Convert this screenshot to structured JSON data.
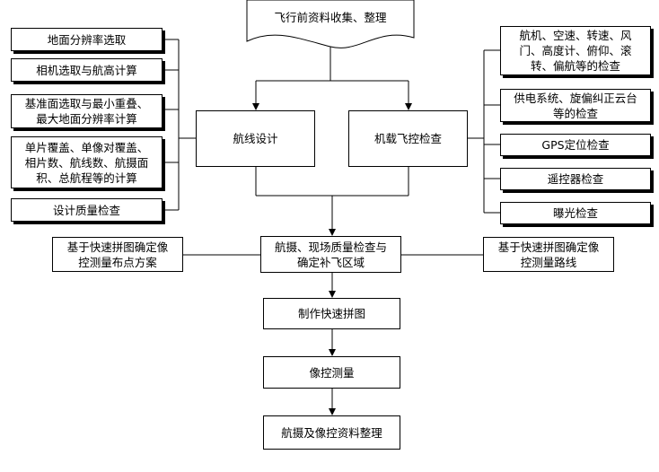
{
  "nodes": {
    "start": "飞行前资料收集、整理",
    "route_design": "航线设计",
    "flight_check": "机载飞控检查",
    "ground_res": "地面分辨率选取",
    "camera_calc": "相机选取与航高计算",
    "datum_overlap": "基准面选取与最小重叠、\n最大地面分辨率计算",
    "coverage_calc": "单片覆盖、单像对覆盖、\n相片数、航线数、航摄面\n积、总航程等的计算",
    "design_qc": "设计质量检查",
    "flight_params": "航机、空速、转速、风\n门、高度计、俯仰、滚\n转、偏航等的检查",
    "power_gimbal": "供电系统、旋偏纠正云台\n等的检查",
    "gps_check": "GPS定位检查",
    "remote_check": "遥控器检查",
    "exposure_check": "曝光检查",
    "aerial_qc": "航摄、现场质量检查与\n确定补飞区域",
    "control_plan": "基于快速拼图确定像\n控测量布点方案",
    "control_route": "基于快速拼图确定像\n控测量路线",
    "mosaic": "制作快速拼图",
    "control_survey": "像控测量",
    "data_org": "航摄及像控资料整理"
  }
}
